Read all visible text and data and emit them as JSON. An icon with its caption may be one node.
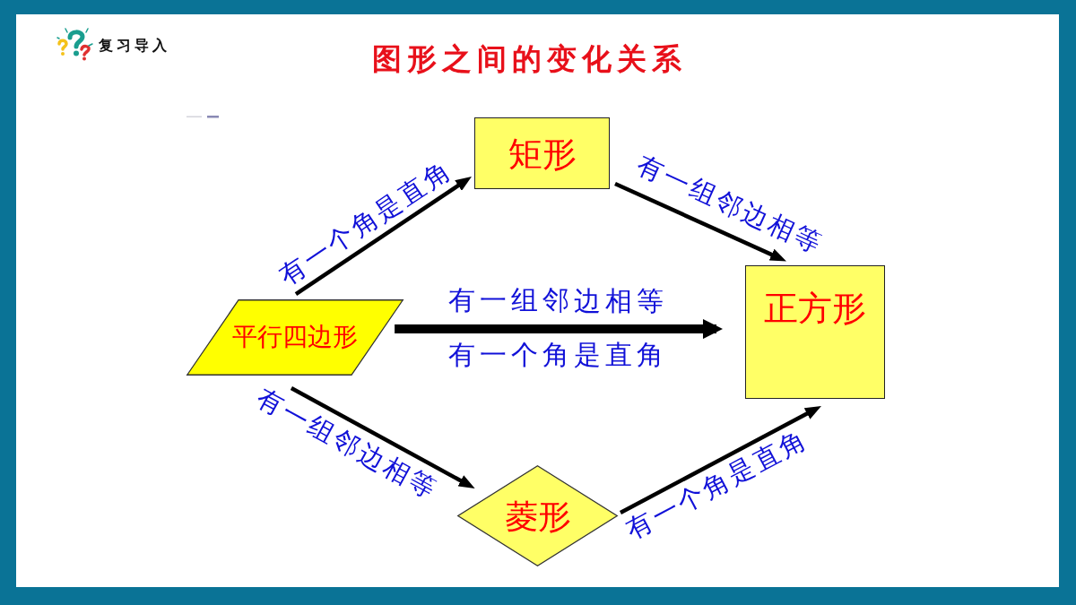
{
  "diagram": {
    "title": "图形之间的变化关系",
    "nodes": [
      {
        "text": [
          "平行四边形"
        ]
      },
      {
        "text": [
          "矩形"
        ]
      },
      {
        "text": [
          "正方形"
        ]
      },
      {
        "text": [
          "菱形"
        ]
      }
    ],
    "edges": [
      {
        "from": 0,
        "to": 1,
        "arrow": "to",
        "label": "有一个角是直角"
      },
      {
        "from": 1,
        "to": 2,
        "arrow": "to",
        "label": "有一组邻边相等"
      },
      {
        "from": 0,
        "to": 2,
        "arrow": "to",
        "label": "有一组邻边相等",
        "style": "thick"
      },
      {
        "from": 0,
        "to": 3,
        "arrow": "to",
        "label": "有一组邻边相等"
      },
      {
        "from": 3,
        "to": 2,
        "arrow": "to",
        "label": "有一个角是直角"
      }
    ],
    "labels": [
      "复习导入",
      "有一个角是直角"
    ]
  }
}
